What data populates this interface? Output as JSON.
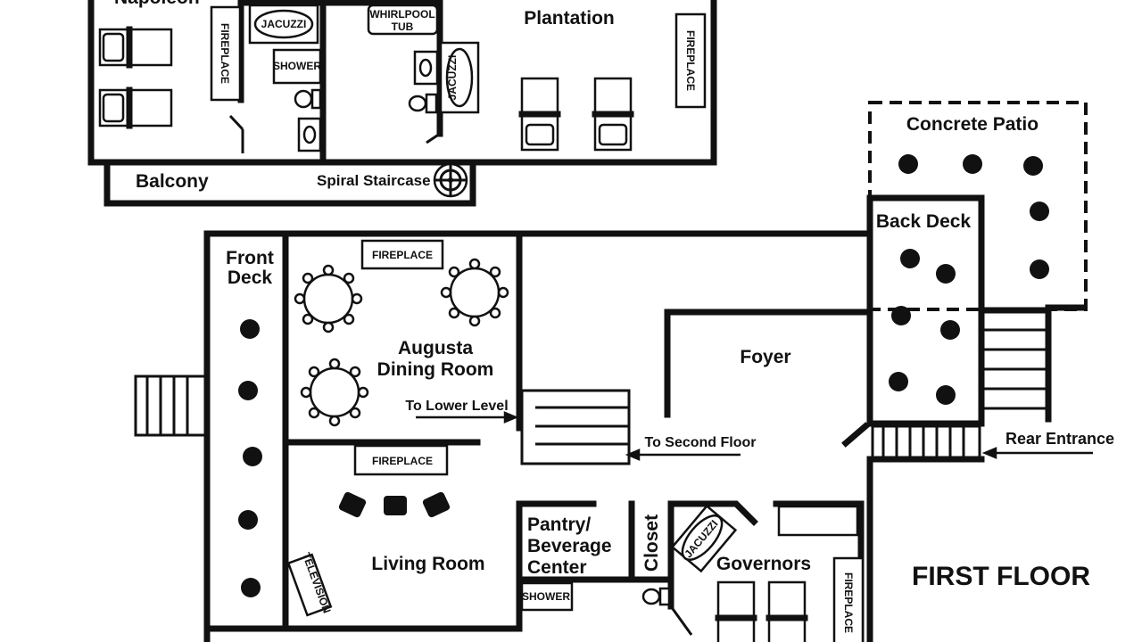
{
  "floor_title": "FIRST FLOOR",
  "rooms": {
    "napoleon": "Napoleon",
    "plantation": "Plantation",
    "balcony": "Balcony",
    "spiral_staircase": "Spiral Staircase",
    "concrete_patio": "Concrete Patio",
    "back_deck": "Back Deck",
    "front_deck_1": "Front",
    "front_deck_2": "Deck",
    "augusta_1": "Augusta",
    "augusta_2": "Dining Room",
    "foyer": "Foyer",
    "living_room": "Living Room",
    "pantry_1": "Pantry/",
    "pantry_2": "Beverage",
    "pantry_3": "Center",
    "closet": "Closet",
    "governors": "Governors"
  },
  "fixtures": {
    "fireplace": "FIREPLACE",
    "jacuzzi": "JACUZZI",
    "shower": "SHOWER",
    "whirlpool_1": "WHIRLPOOL",
    "whirlpool_2": "TUB",
    "television": "TELEVISION"
  },
  "annotations": {
    "to_lower_level": "To Lower Level",
    "to_second_floor": "To Second Floor",
    "rear_entrance": "Rear Entrance"
  }
}
